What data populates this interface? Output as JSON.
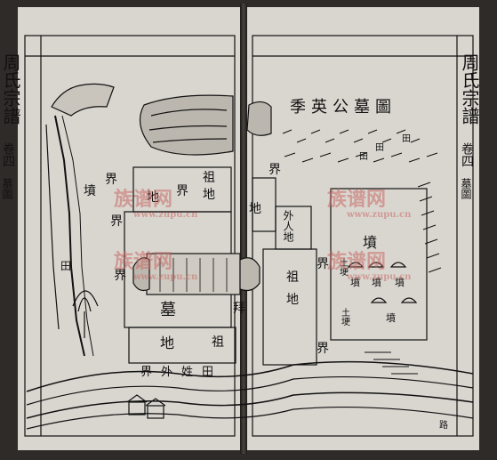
{
  "title": "季英公墓圖",
  "spine_left": "周氏宗譜",
  "spine_right": "周氏宗譜",
  "volume_left": "卷四",
  "volume_right": "卷四",
  "section_left": "墓圖",
  "section_right": "墓圖",
  "labels": {
    "jie": "界",
    "zu": "祖",
    "di": "地",
    "tian": "田",
    "fen": "墳",
    "mu": "墓",
    "bai": "拜",
    "waiwai": "外",
    "xing": "姓",
    "tu": "土",
    "geng": "埂",
    "lu": "路"
  },
  "bottom_label": "界外姓田",
  "right_small_outer": "外人地",
  "watermark": {
    "cn": "族谱网",
    "url": "www.zupu.cn"
  },
  "colors": {
    "ink": "#111111",
    "paper": "#d9d6d0",
    "watermark": "#c96a66"
  }
}
